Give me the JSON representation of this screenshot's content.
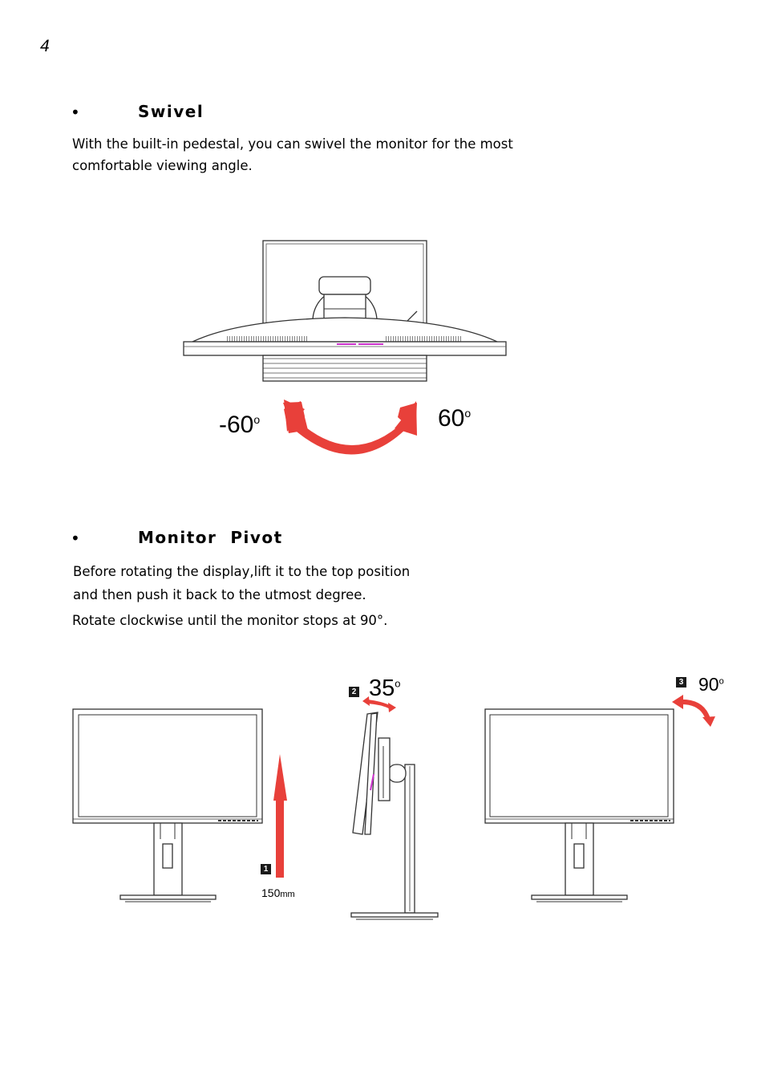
{
  "page_number": "4",
  "swivel": {
    "bullet": "•",
    "heading": "Swivel",
    "text_line1": "With the built-in pedestal, you can swivel the monitor for the most",
    "text_line2": "comfortable viewing angle.",
    "angle_left_value": "-60",
    "angle_right_value": "60",
    "degree_mark": "o",
    "arrow_color": "#e8403a"
  },
  "pivot": {
    "bullet": "•",
    "heading": "Monitor  Pivot",
    "line1": "Before rotating the display,lift it to the top position",
    "line2": "and then push it back to the utmost degree.",
    "line3": "Rotate clockwise until the monitor stops at 90°.",
    "step1_number": "1",
    "step1_value": "150",
    "step1_unit": "mm",
    "step2_number": "2",
    "step2_value": "35",
    "step3_number": "3",
    "step3_value": "90",
    "degree_mark": "o"
  }
}
